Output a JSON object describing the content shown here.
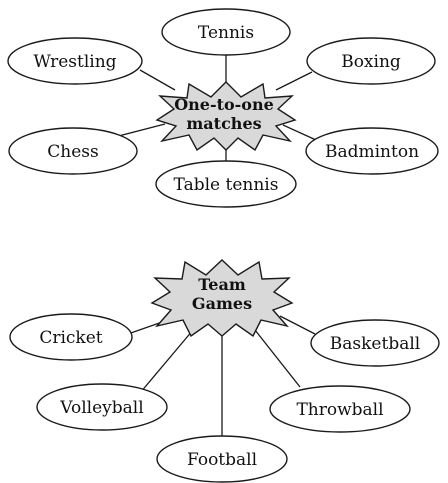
{
  "diagram_one": {
    "center": {
      "line1": "One-to-one",
      "line2": "matches"
    },
    "items": [
      "Tennis",
      "Wrestling",
      "Boxing",
      "Chess",
      "Badminton",
      "Table tennis"
    ]
  },
  "diagram_two": {
    "center": {
      "line1": "Team",
      "line2": "Games"
    },
    "items": [
      "Cricket",
      "Basketball",
      "Volleyball",
      "Throwball",
      "Football"
    ]
  }
}
